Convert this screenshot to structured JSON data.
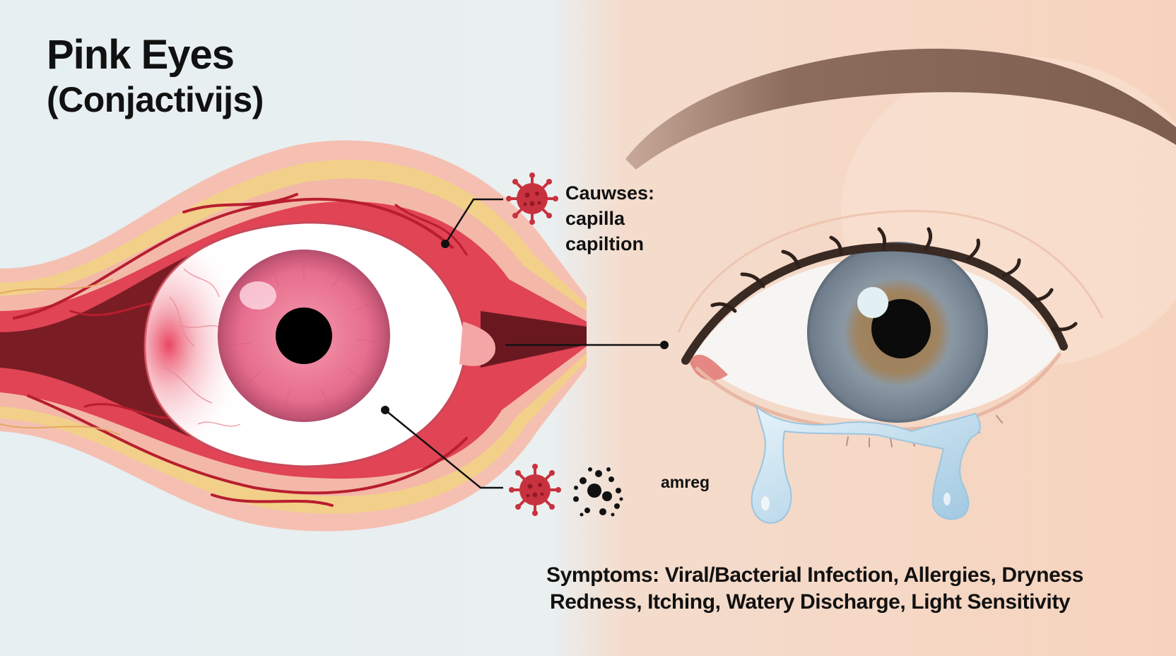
{
  "title": {
    "line1": "Pink Eyes",
    "line2": "(Conjactivijs)"
  },
  "causes_callout": {
    "line1": "Cauwses:",
    "line2": "capilla",
    "line3": "capiltion"
  },
  "agents_callout": {
    "label": "amreg"
  },
  "symptoms": {
    "line1": "Symptoms: Viral/Bacterial Infection, Allergies, Dryness",
    "line2": "Redness, Itching, Watery Discharge, Light Sensitivity"
  },
  "icons": [
    "virus-icon",
    "bacteria-icon",
    "allergen-icon"
  ],
  "colors": {
    "background_left": "#e4eef1",
    "skin": "#f6d4bf",
    "vessel_red": "#cc2233",
    "iris_pink": "#e8708e",
    "iris_gray": "#7e8c9a",
    "tear_blue": "#bfdcec",
    "eyebrow": "#8a6a58",
    "virus_red": "#c8323e"
  }
}
